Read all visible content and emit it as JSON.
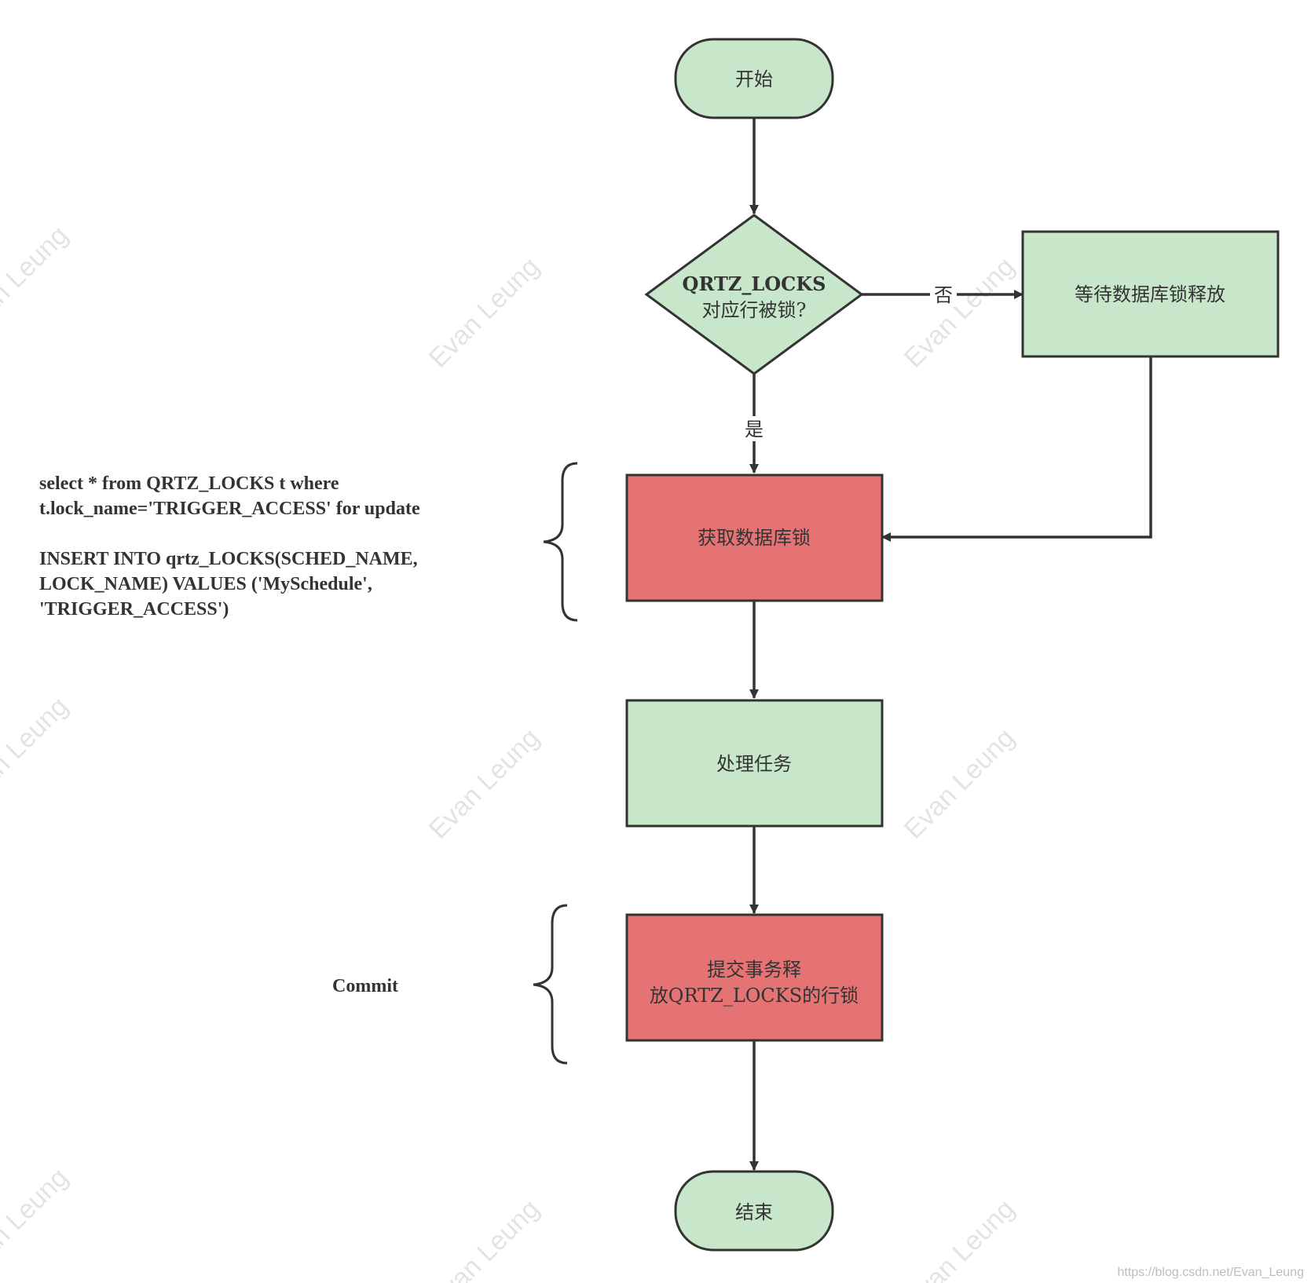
{
  "colors": {
    "green": "#c8e6c9",
    "red": "#e57373",
    "stroke": "#333333"
  },
  "nodes": {
    "start": "开始",
    "decision_line1": "QRTZ_LOCKS",
    "decision_line2": "对应行被锁?",
    "wait": "等待数据库锁释放",
    "acquire": "获取数据库锁",
    "process": "处理任务",
    "commit_line1": "提交事务释",
    "commit_line2": "放QRTZ_LOCKS的行锁",
    "end": "结束"
  },
  "edges": {
    "no_label": "否",
    "yes_label": "是"
  },
  "notes": {
    "sql": [
      "select * from QRTZ_LOCKS t where",
      "t.lock_name='TRIGGER_ACCESS' for update",
      "",
      "INSERT INTO qrtz_LOCKS(SCHED_NAME,",
      "LOCK_NAME) VALUES ('MySchedule',",
      "'TRIGGER_ACCESS')"
    ],
    "commit": "Commit"
  },
  "watermark": {
    "text": "Evan Leung",
    "url": "https://blog.csdn.net/Evan_Leung"
  }
}
